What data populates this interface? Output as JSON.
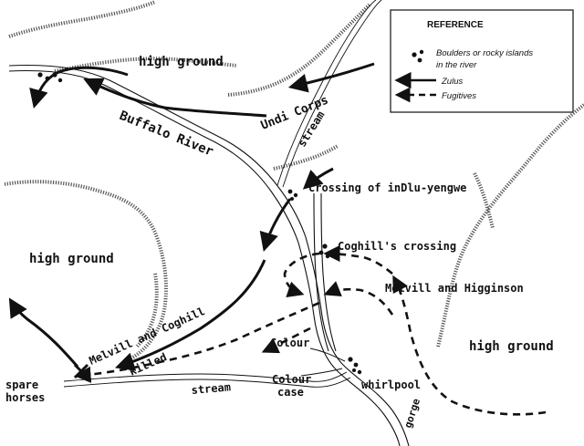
{
  "reference": {
    "title": "REFERENCE",
    "boulders_line1": "Boulders or rocky islands",
    "boulders_line2": "in the river",
    "zulus": "Zulus",
    "fugitives": "Fugitives"
  },
  "labels": {
    "high_ground_top": "high ground",
    "high_ground_left": "high ground",
    "high_ground_right": "high ground",
    "undi_corps": "Undi Corps",
    "buffalo_river": "Buffalo River",
    "stream_north": "stream",
    "crossing_indlu": "crossing of inDlu-yengwe",
    "coghills_crossing": "Coghill's crossing",
    "melvill_higginson": "Melvill and Higginson",
    "melvill_coghill_1": "Melvill and Coghill",
    "melvill_coghill_2": "killed",
    "colour": "Colour",
    "colour_case_1": "Colour",
    "colour_case_2": "case",
    "whirlpool": "whirlpool",
    "gorge": "gorge",
    "stream_south": "stream",
    "spare_horses_1": "spare",
    "spare_horses_2": "horses"
  },
  "colors": {
    "ink": "#111111",
    "paper": "#ffffff",
    "hatch": "#555555"
  }
}
